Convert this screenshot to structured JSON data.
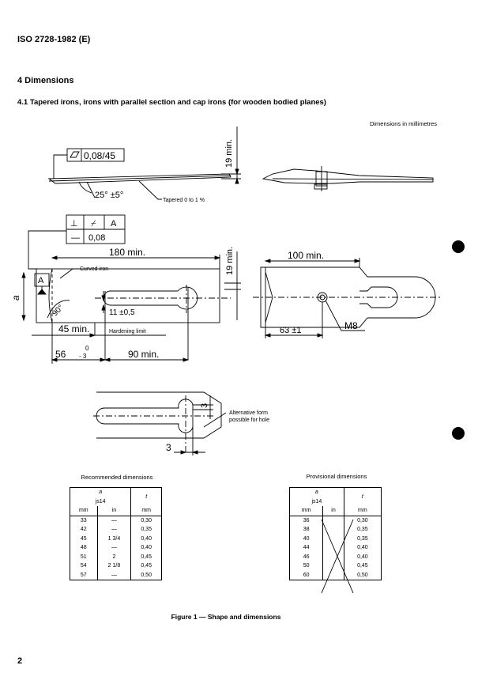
{
  "header": {
    "standard_id": "ISO 2728-1982 (E)"
  },
  "section": {
    "title": "4   Dimensions",
    "subsection": "4.1   Tapered irons, irons with parallel section and cap irons (for wooden bodied planes)",
    "units_note": "Dimensions in millimetres"
  },
  "figure": {
    "flatness_tol": "0,08/45",
    "thickness_dim": "19 min.",
    "angle": "25° ±5°",
    "taper_note": "Tapered 0 to 1 %",
    "datum_symbols": [
      "⊥",
      "⌿",
      "A"
    ],
    "straight_tol": "0,08",
    "length_dim": "180 min.",
    "curved_iron": "Curved iron",
    "datum_a": "A",
    "width_symbol": "a",
    "right_angle": "90°",
    "slot_width": "11 ±0,5",
    "thickness_dim2": "19 min.",
    "hardening_dim": "45 min.",
    "hardening_limit": "Hardening limit",
    "slot_pos": "56",
    "slot_pos_tol_upper": "0",
    "slot_pos_tol_lower": "- 3",
    "slot_len": "90 min.",
    "cap_length": "100 min.",
    "cap_pos": "63 ±1",
    "screw": "M8",
    "alt_dim_a": "3",
    "alt_dim_b": "3",
    "alt_note_1": "Alternative form",
    "alt_note_2": "possible for hole",
    "caption": "Figure 1 — Shape and dimensions"
  },
  "recommended_table": {
    "title": "Recommended dimensions",
    "head_a": "a",
    "head_t": "t",
    "tolerance": "js14",
    "units": [
      "mm",
      "in",
      "mm"
    ],
    "rows": [
      [
        "33",
        "—",
        "0,30"
      ],
      [
        "42",
        "—",
        "0,35"
      ],
      [
        "45",
        "1 3/4",
        "0,40"
      ],
      [
        "48",
        "—",
        "0,40"
      ],
      [
        "51",
        "2",
        "0,45"
      ],
      [
        "54",
        "2 1/8",
        "0,45"
      ],
      [
        "57",
        "—",
        "0,50"
      ]
    ]
  },
  "provisional_table": {
    "title": "Provisional dimensions",
    "head_a": "a",
    "head_t": "t",
    "tolerance": "js14",
    "units": [
      "mm",
      "in",
      "mm"
    ],
    "rows": [
      [
        "36",
        "",
        "0,30"
      ],
      [
        "38",
        "",
        "0,35"
      ],
      [
        "40",
        "",
        "0,35"
      ],
      [
        "44",
        "",
        "0,40"
      ],
      [
        "46",
        "",
        "0,40"
      ],
      [
        "50",
        "",
        "0,45"
      ],
      [
        "60",
        "",
        "0,50"
      ]
    ]
  },
  "footer": {
    "page_number": "2"
  }
}
